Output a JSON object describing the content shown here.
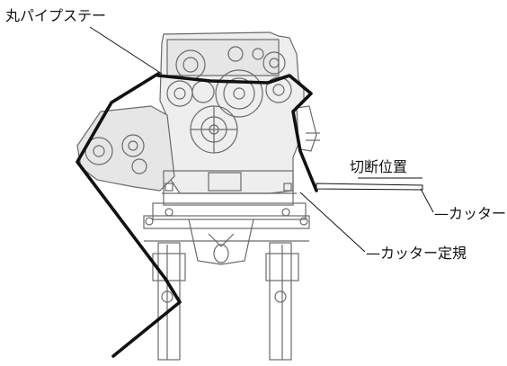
{
  "labels": {
    "round_pipe_stay": "丸パイプステー",
    "cutting_position": "切断位置",
    "cutter": "カッター",
    "cutter_gauge": "カッター定規"
  },
  "colors": {
    "ink": "#111111",
    "machine_line": "#6a6a6a",
    "machine_fill": "#e6e6e6",
    "background": "#ffffff"
  }
}
